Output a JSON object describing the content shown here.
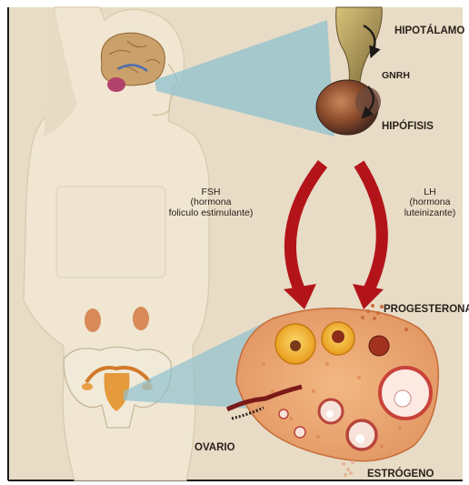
{
  "labels": {
    "hipotalamo": "HIPOTÁLAMO",
    "gnrh": "GNRH",
    "hipofisis": "HIPÓFISIS",
    "fsh_lines": [
      "FSH",
      "(hormona",
      "foliculo estimulante)"
    ],
    "lh_lines": [
      "LH",
      "(hormona",
      "luteinizante)"
    ],
    "progesterona": "PROGESTERONA",
    "ovario": "OVARIO",
    "estrogeno": "ESTRÓGENO"
  },
  "colors": {
    "background": "#e8dcc6",
    "body": "#f0e6d2",
    "arrow_red": "#b3141a",
    "beam": "#8fc1cf",
    "text": "#2b211c"
  }
}
